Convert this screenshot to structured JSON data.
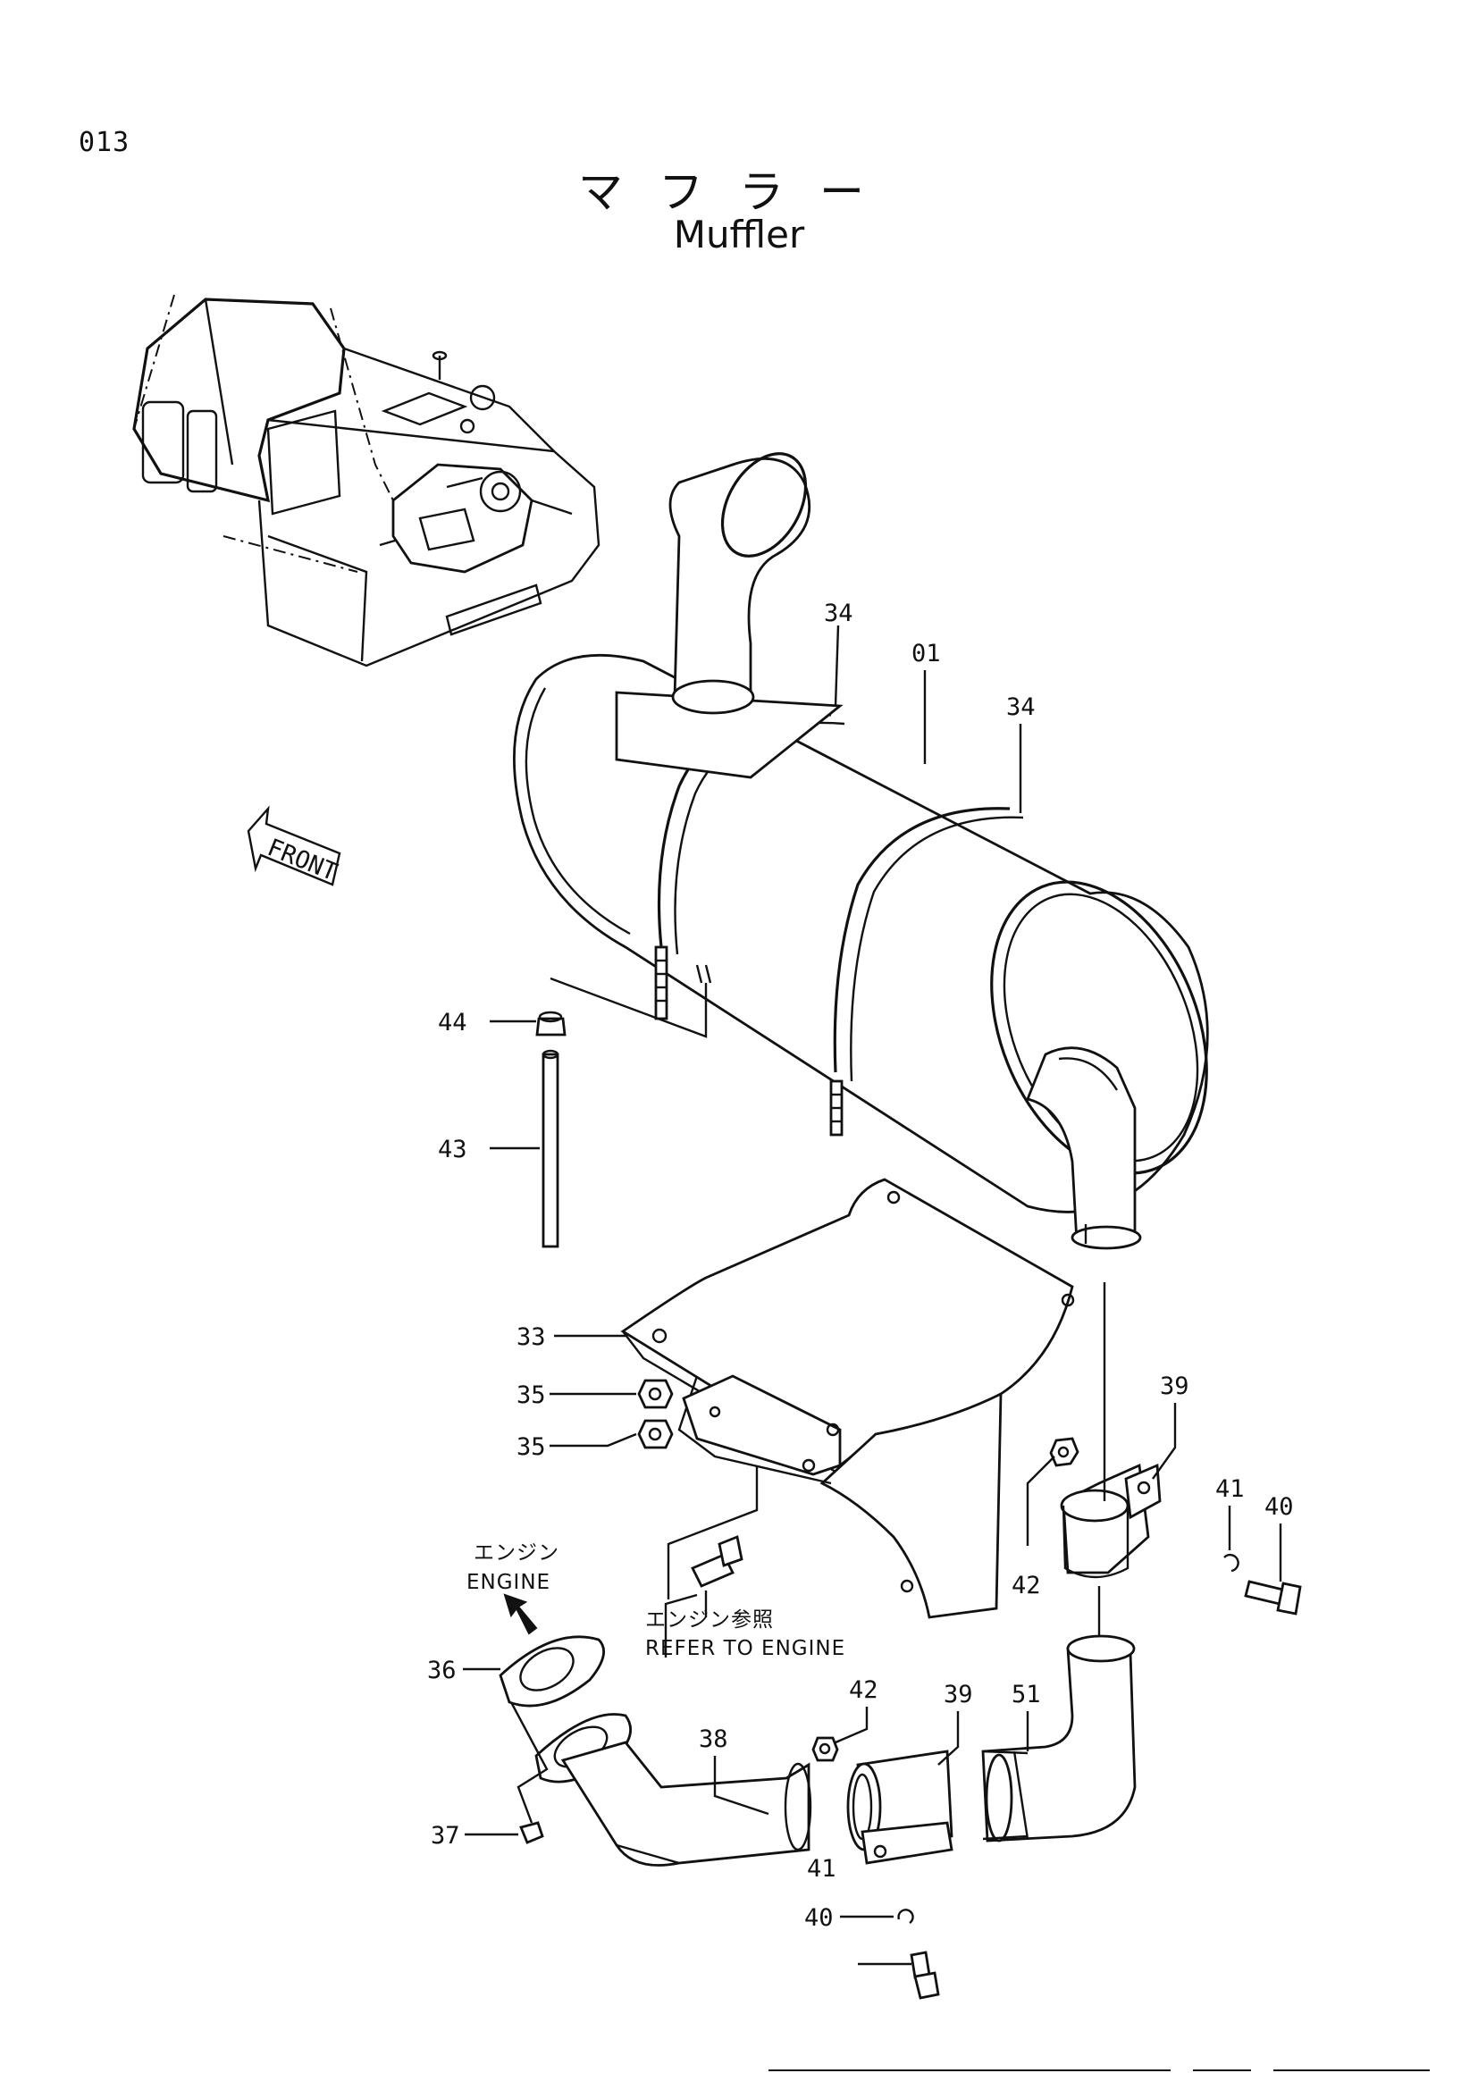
{
  "page_number": "013",
  "title_jp": "マフラー",
  "title_en": "Muffler",
  "front_arrow": "FRONT",
  "notes": {
    "engine_jp": "エンジン",
    "engine_en": "ENGINE",
    "refer_jp": "エンジン参照",
    "refer_en": "REFER TO ENGINE"
  },
  "callouts": [
    "01",
    "33",
    "34",
    "34",
    "35",
    "35",
    "36",
    "37",
    "38",
    "39",
    "39",
    "40",
    "40",
    "41",
    "41",
    "42",
    "42",
    "43",
    "44",
    "51"
  ]
}
